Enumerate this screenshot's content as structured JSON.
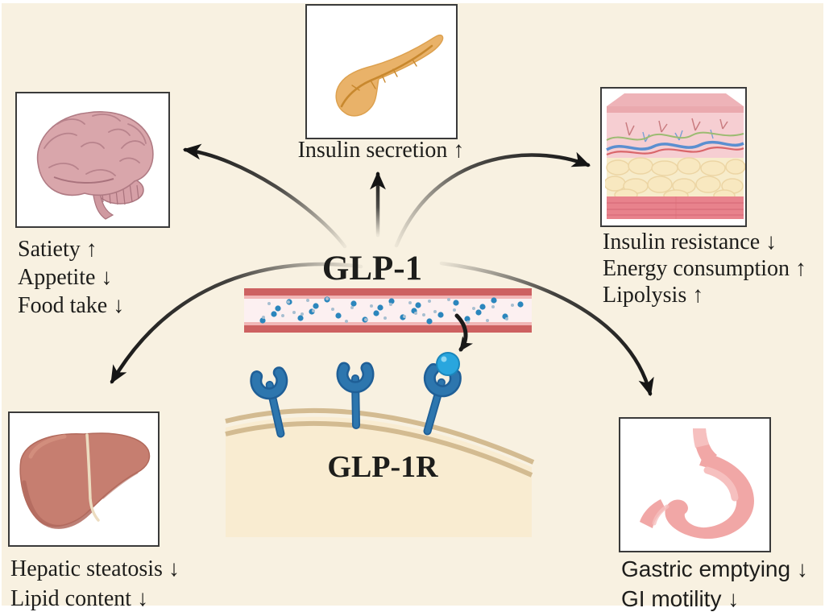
{
  "center": {
    "hormone": "GLP-1",
    "receptor": "GLP-1R"
  },
  "labels": {
    "pancreas": [
      "Insulin secretion ↑"
    ],
    "brain": [
      "Satiety ↑",
      "Appetite ↓",
      "Food take ↓"
    ],
    "adipose": [
      "Insulin resistance ↓",
      "Energy consumption ↑",
      "Lipolysis ↑"
    ],
    "liver": [
      "Hepatic steatosis ↓",
      "Lipid content ↓"
    ],
    "stomach": [
      "Gastric emptying ↓",
      "GI motility ↓"
    ]
  },
  "colors": {
    "background": "#f8f1e1",
    "box_border": "#3a3a3a",
    "arrow": "#151515",
    "vessel_wall": "#cd6161",
    "vessel_inner_rim": "#f1b6b6",
    "vessel_lumen": "#fcf0f1",
    "molecule_blue": "#2b86bd",
    "molecule_small": "#a7bfd1",
    "receptor_blue": "#2d76ae",
    "receptor_outline": "#1f5f97",
    "ligand_ball": "#29a6de",
    "membrane_tan": "#d3bb91",
    "cell_fill": "#f9ecd1",
    "brain_pink": "#d9a6ab",
    "pancreas_tan": "#e9b269",
    "liver_red": "#c67e70",
    "stomach_pink": "#f1a7a6",
    "fat_cream": "#f7eccb",
    "muscle_pink": "#e8828c",
    "text": "#1d1d1b"
  }
}
